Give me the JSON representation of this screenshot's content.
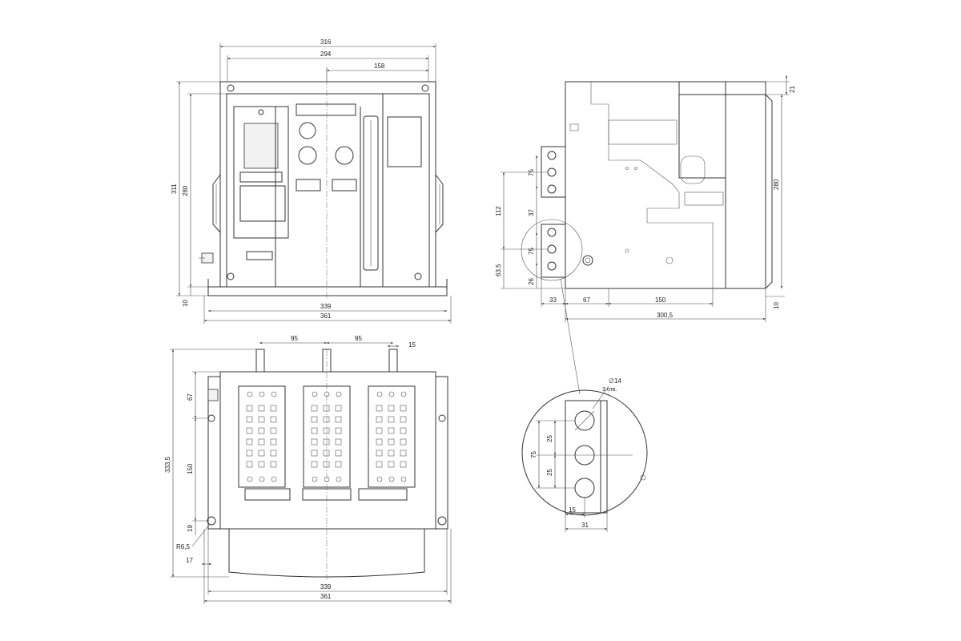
{
  "front_view": {
    "dims": {
      "w316": "316",
      "w294": "294",
      "w158": "158",
      "h311": "311",
      "h280": "280",
      "h10": "10",
      "w339": "339",
      "w361": "361"
    }
  },
  "side_view": {
    "dims": {
      "h21": "21",
      "h280": "280",
      "h10": "10",
      "v75a": "75",
      "v37": "37",
      "v112": "112",
      "v75b": "75",
      "v63_5": "63,5",
      "v26": "26",
      "h33": "33",
      "h67": "67",
      "h150": "150",
      "h300_5": "300,5"
    }
  },
  "bottom_view": {
    "dims": {
      "w95a": "95",
      "w95b": "95",
      "w15": "15",
      "v67": "67",
      "v333_5": "333,5",
      "v150": "150",
      "v19": "19",
      "r6_5": "R6,5",
      "h17": "17",
      "w339": "339",
      "w361": "361"
    }
  },
  "detail_view": {
    "dims": {
      "hole_dia": "∅14",
      "hole_count": "3 отв.",
      "v75": "75",
      "v25a": "25",
      "v25b": "25",
      "h15": "15",
      "h31": "31"
    }
  }
}
